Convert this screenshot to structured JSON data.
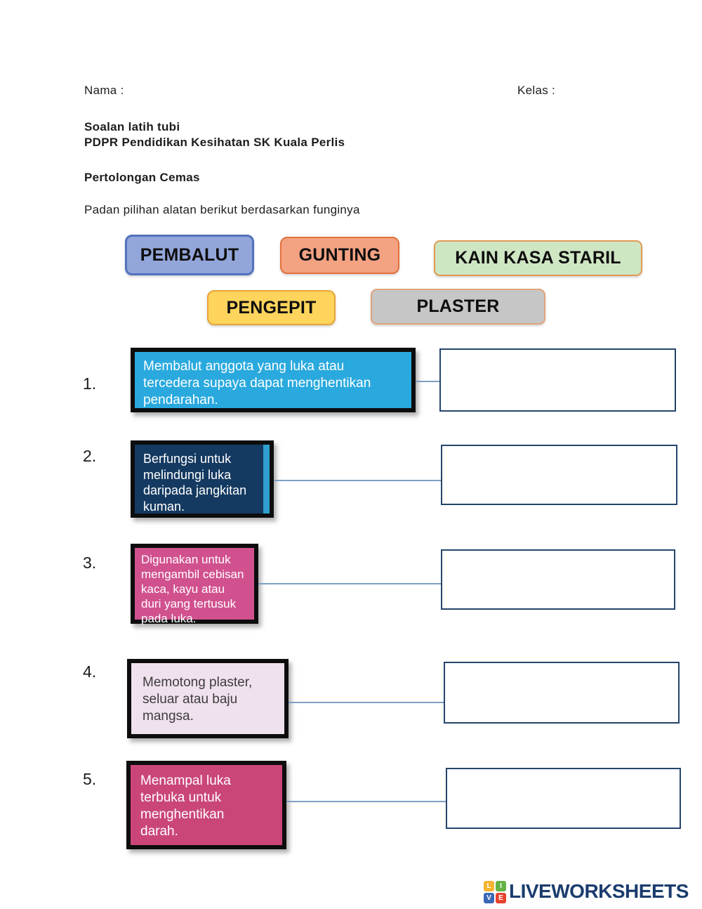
{
  "header": {
    "nama_label": "Nama :",
    "kelas_label": "Kelas :",
    "title_line1": "Soalan latih tubi",
    "title_line2": "PDPR Pendidikan Kesihatan SK Kuala Perlis",
    "section_title": "Pertolongan Cemas",
    "instruction": "Padan pilihan alatan berikut berdasarkan funginya"
  },
  "word_bank": {
    "items": [
      {
        "label": "PEMBALUT",
        "fill": "#93A6DA",
        "border": "#5472BE"
      },
      {
        "label": "GUNTING",
        "fill": "#F3A282",
        "border": "#E2713C"
      },
      {
        "label": "KAIN KASA STARIL",
        "fill": "#CFE6C3",
        "border": "#E09B52"
      },
      {
        "label": "PENGEPIT",
        "fill": "#FFD45C",
        "border": "#E8A33A"
      },
      {
        "label": "PLASTER",
        "fill": "#C6C6C6",
        "border": "#E2A37B"
      }
    ]
  },
  "questions": [
    {
      "number": "1.",
      "description": "Membalut anggota yang luka atau tercedera supaya dapat menghentikan pendarahan.",
      "box_fill": "#29A9DE",
      "text_color": "#FFFFFF",
      "answer_value": ""
    },
    {
      "number": "2.",
      "description": "Berfungsi untuk melindungi luka daripada jangkitan kuman.",
      "box_fill": "#153A61",
      "stripe_color": "#2E9FCE",
      "text_color": "#FFFFFF",
      "answer_value": ""
    },
    {
      "number": "3.",
      "description": "Digunakan untuk mengambil cebisan kaca, kayu atau duri yang tertusuk pada luka.",
      "box_fill": "#D1518F",
      "text_color": "#FFFFFF",
      "answer_value": ""
    },
    {
      "number": "4.",
      "description": "Memotong plaster, seluar atau baju mangsa.",
      "box_fill": "#F0E1EE",
      "text_color": "#3D3D3D",
      "answer_value": ""
    },
    {
      "number": "5.",
      "description": "Menampal luka terbuka untuk menghentikan darah.",
      "box_fill": "#CA4679",
      "text_color": "#FFFFFF",
      "answer_value": ""
    }
  ],
  "colors": {
    "answer_box_border": "#24456B",
    "connector": "#7E9EC5",
    "description_border": "#0D0D0D"
  },
  "footer": {
    "brand": "LIVEWORKSHEETS",
    "brand_color": "#1B3C6E",
    "logo_letters": [
      "L",
      "I",
      "V",
      "E"
    ],
    "logo_colors": [
      "#F5B32F",
      "#63B345",
      "#3968B5",
      "#E8432E"
    ]
  }
}
